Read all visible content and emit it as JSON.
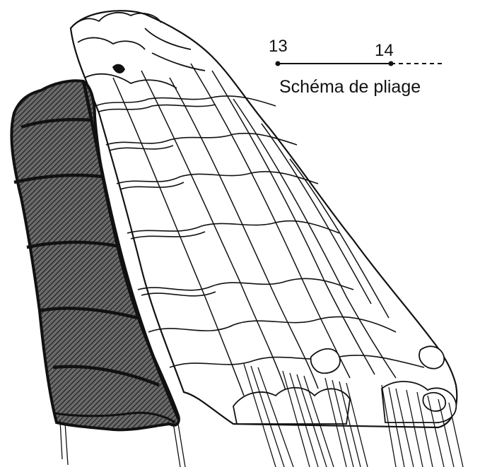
{
  "legend": {
    "step_start": "13",
    "step_end": "14",
    "caption": "Schéma de pliage"
  },
  "colors": {
    "ink": "#111111",
    "hatched_panel": "#5a5a5a",
    "canopy_fill": "#ffffff",
    "background": "#ffffff"
  }
}
